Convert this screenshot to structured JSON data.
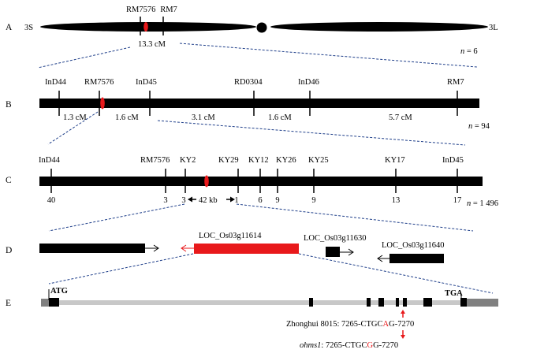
{
  "panels": [
    "A",
    "B",
    "C",
    "D",
    "E"
  ],
  "row_a": {
    "left_arm": "3S",
    "right_arm": "3L",
    "markers": [
      "RM7576",
      "RM7"
    ],
    "distance": "13.3 cM",
    "n_label": "n",
    "n_value": " = 6"
  },
  "row_b": {
    "markers": [
      "InD44",
      "RM7576",
      "InD45",
      "RD0304",
      "InD46",
      "RM7"
    ],
    "distances": [
      "1.3 cM",
      "1.6 cM",
      "3.1 cM",
      "1.6 cM",
      "5.7 cM"
    ],
    "n_label": "n",
    "n_value": " = 94"
  },
  "row_c": {
    "markers": [
      "InD44",
      "RM7576",
      "KY2",
      "KY29",
      "KY12",
      "KY26",
      "KY25",
      "KY17",
      "InD45"
    ],
    "recombinants": [
      "40",
      "3",
      "3",
      "1",
      "6",
      "9",
      "9",
      "13",
      "17"
    ],
    "interval": "42 kb",
    "n_label": "n",
    "n_value": " = 1 496"
  },
  "row_d": {
    "genes": [
      "LOC_Os03g11614",
      "LOC_Os03g11630",
      "LOC_Os03g11640"
    ]
  },
  "row_e": {
    "start_codon": "ATG",
    "stop_codon": "TGA",
    "wild_type": {
      "name": "Zhonghui 8015",
      "prefix": ": 7265-CTGC",
      "base": "A",
      "suffix": "G-7270"
    },
    "mutant": {
      "name": "ohms1",
      "prefix": ": 7265-CTGC",
      "base": "G",
      "suffix": "G-7270"
    }
  },
  "colors": {
    "highlight": "#e8191b",
    "dash": "#1f3f8a",
    "gene_model_line": "#c8c8c8",
    "utr": "#808080"
  }
}
